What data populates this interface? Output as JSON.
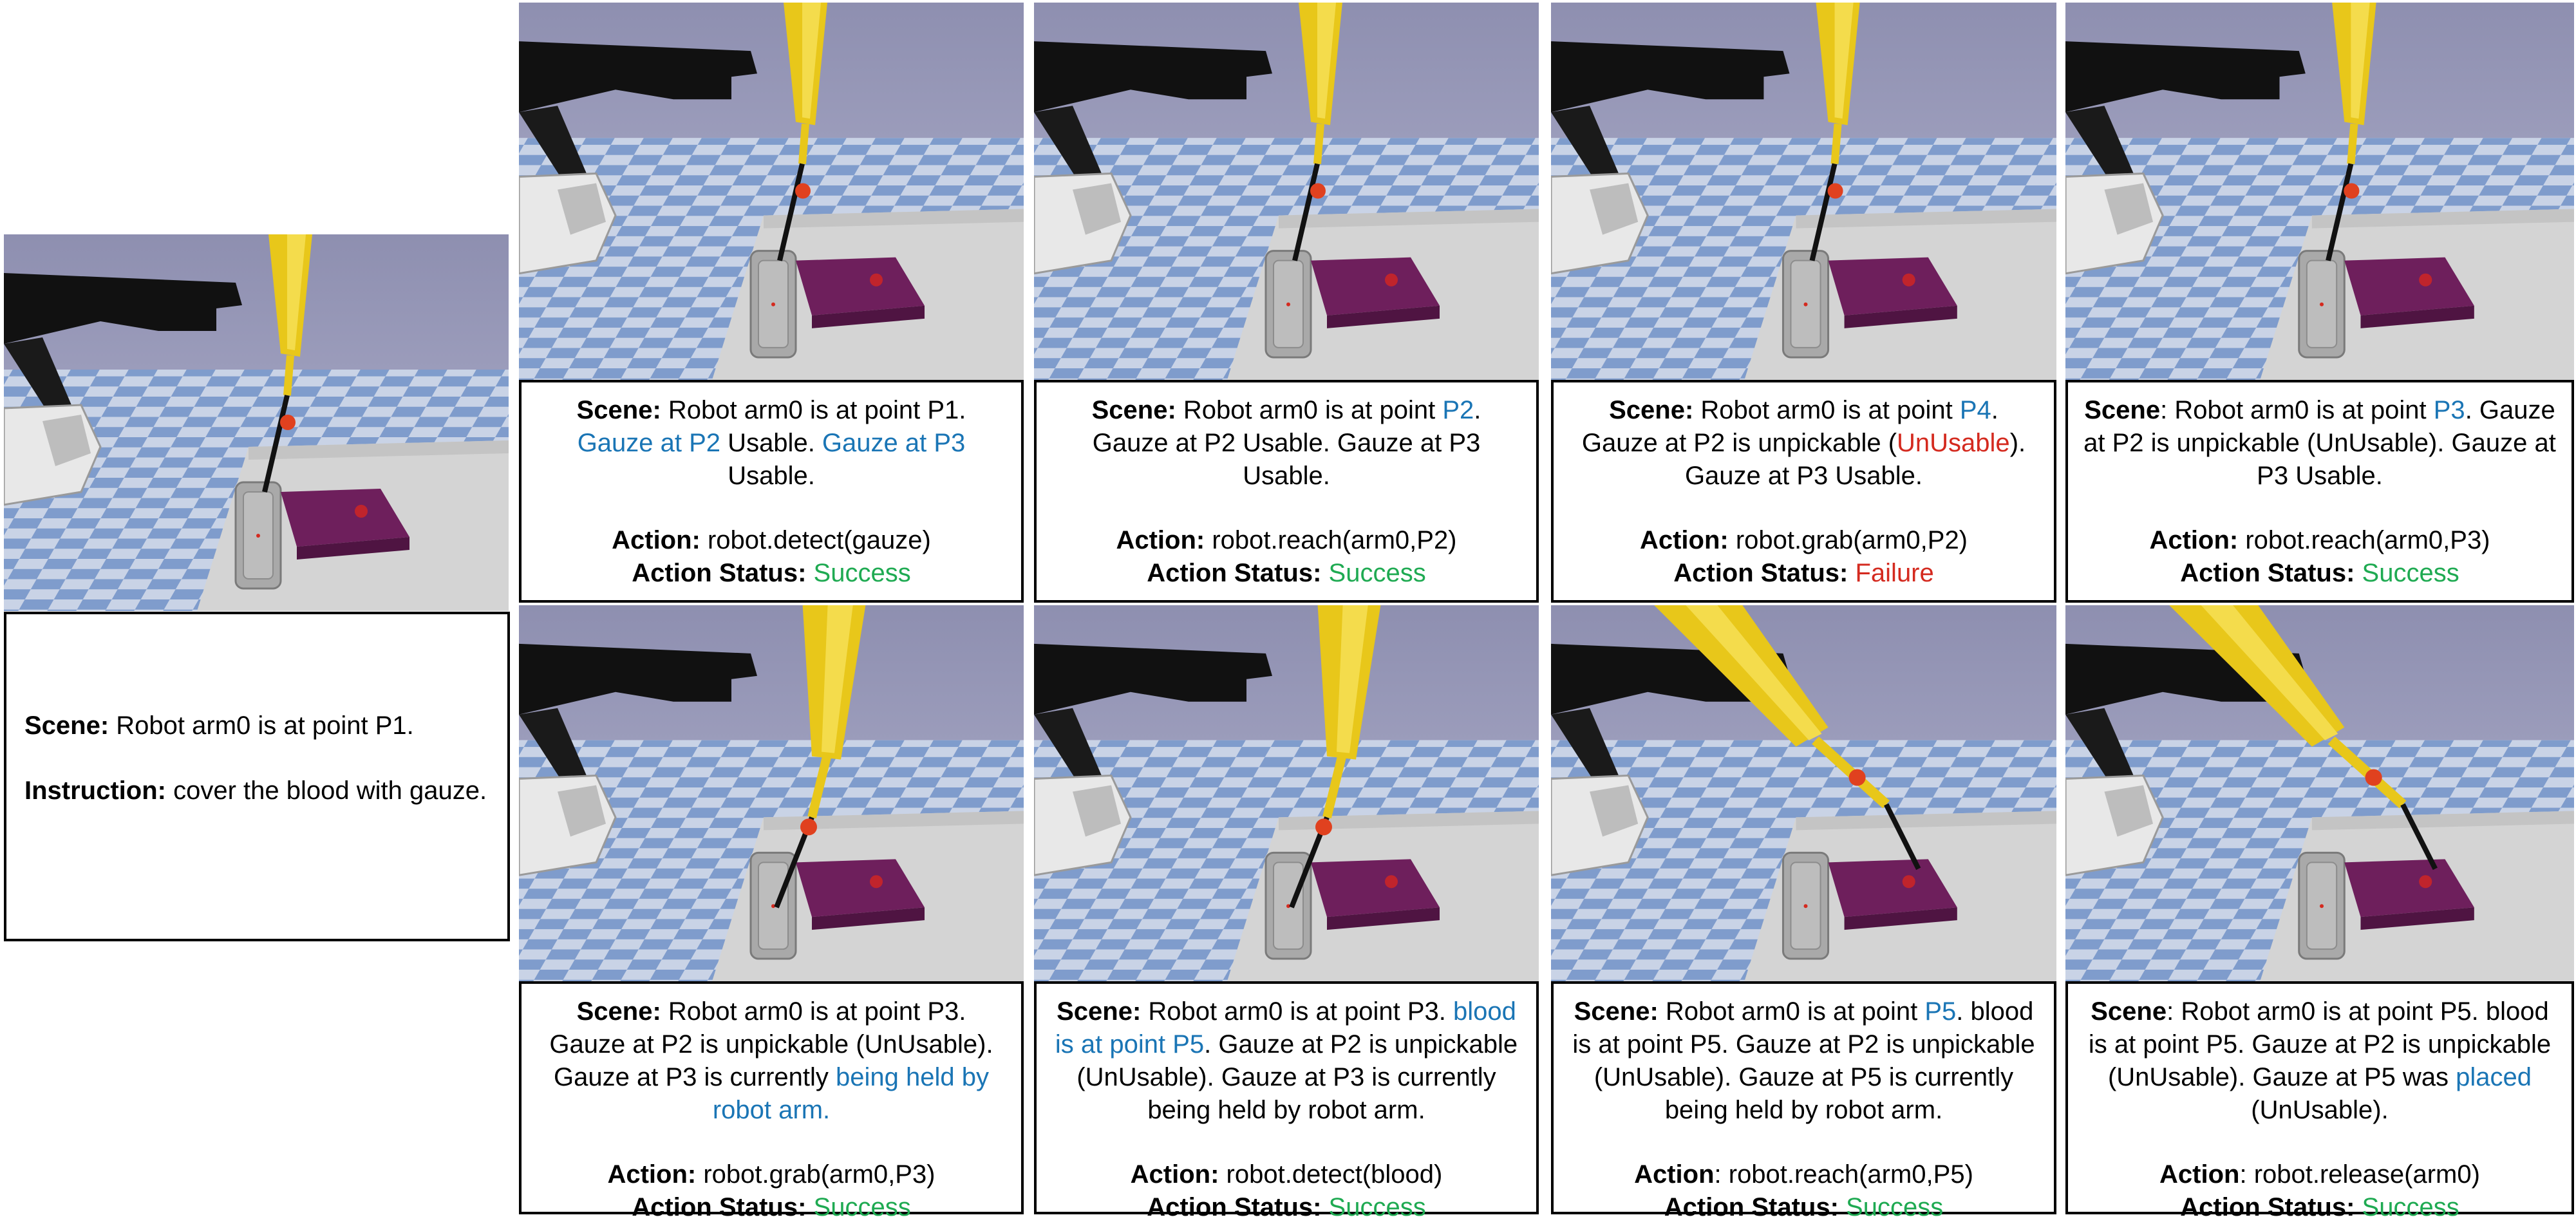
{
  "figure": {
    "initial": {
      "scene_label": "Scene:",
      "scene_text": " Robot arm0 is at point P1.",
      "instruction_label": "Instruction:",
      "instruction_text": " cover the blood with gauze."
    },
    "steps": [
      {
        "scene": [
          {
            "text": "Scene:",
            "style": "b"
          },
          {
            "text": " Robot arm0 is at point P1. "
          },
          {
            "text": "Gauze at P2",
            "style": "blue"
          },
          {
            "text": " Usable. "
          },
          {
            "text": "Gauze at P3",
            "style": "blue"
          },
          {
            "text": " Usable."
          }
        ],
        "action_label": "Action:",
        "action": " robot.detect(gauze)",
        "status_label": "Action Status:",
        "status": "Success",
        "status_color": "green",
        "arm": "high"
      },
      {
        "scene": [
          {
            "text": "Scene:",
            "style": "b"
          },
          {
            "text": " Robot arm0 is at point "
          },
          {
            "text": "P2",
            "style": "blue"
          },
          {
            "text": ". Gauze at P2 Usable. Gauze at P3 Usable."
          }
        ],
        "action_label": "Action:",
        "action": " robot.reach(arm0,P2)",
        "status_label": "Action Status:",
        "status": "Success",
        "status_color": "green",
        "arm": "high"
      },
      {
        "scene": [
          {
            "text": "Scene:",
            "style": "b"
          },
          {
            "text": " Robot arm0 is at point "
          },
          {
            "text": "P4",
            "style": "blue"
          },
          {
            "text": ". Gauze at P2 is unpickable ("
          },
          {
            "text": "UnUsable",
            "style": "red"
          },
          {
            "text": "). Gauze at P3 Usable."
          }
        ],
        "action_label": "Action:",
        "action": " robot.grab(arm0,P2)",
        "status_label": "Action Status:",
        "status": "Failure",
        "status_color": "red",
        "arm": "high"
      },
      {
        "scene": [
          {
            "text": "Scene",
            "style": "b"
          },
          {
            "text": ": Robot arm0 is at point "
          },
          {
            "text": "P3",
            "style": "blue"
          },
          {
            "text": ". Gauze at P2 is unpickable (UnUsable). Gauze at P3 Usable."
          }
        ],
        "action_label": "Action:",
        "action": " robot.reach(arm0,P3)",
        "status_label": "Action Status:",
        "status": "Success",
        "status_color": "green",
        "arm": "high"
      },
      {
        "scene": [
          {
            "text": "Scene:",
            "style": "b"
          },
          {
            "text": " Robot arm0 is at point P3. Gauze at P2 is unpickable (UnUsable). Gauze at P3 is currently "
          },
          {
            "text": "being held by robot arm.",
            "style": "blue"
          }
        ],
        "action_label": "Action:",
        "action": " robot.grab(arm0,P3)",
        "status_label": "Action Status:",
        "status": "Success",
        "status_color": "green",
        "arm": "low"
      },
      {
        "scene": [
          {
            "text": "Scene:",
            "style": "b"
          },
          {
            "text": " Robot arm0 is at point P3. "
          },
          {
            "text": "blood is at point P5",
            "style": "blue"
          },
          {
            "text": ". Gauze at P2 is unpickable (UnUsable). Gauze at P3 is currently being held by robot arm."
          }
        ],
        "action_label": "Action:",
        "action": " robot.detect(blood)",
        "status_label": "Action Status:",
        "status": "Success",
        "status_color": "green",
        "arm": "low"
      },
      {
        "scene": [
          {
            "text": "Scene:",
            "style": "b"
          },
          {
            "text": " Robot arm0 is at point "
          },
          {
            "text": "P5",
            "style": "blue"
          },
          {
            "text": ". blood is at point P5. Gauze at P2 is unpickable (UnUsable). Gauze at P5 is currently being held by robot arm."
          }
        ],
        "action_label": "Action",
        "action": ": robot.reach(arm0,P5)",
        "status_label": "Action Status:",
        "status": "Success",
        "status_color": "green",
        "arm": "side"
      },
      {
        "scene": [
          {
            "text": "Scene",
            "style": "b"
          },
          {
            "text": ": Robot arm0 is at point P5. blood is at point P5. Gauze at P2 is unpickable (UnUsable). Gauze at P5 was "
          },
          {
            "text": "placed",
            "style": "blue"
          },
          {
            "text": " (UnUsable)."
          }
        ],
        "action_label": "Action",
        "action": ": robot.release(arm0)",
        "status_label": "Action Status:",
        "status": "Success",
        "status_color": "green",
        "arm": "side"
      }
    ]
  }
}
